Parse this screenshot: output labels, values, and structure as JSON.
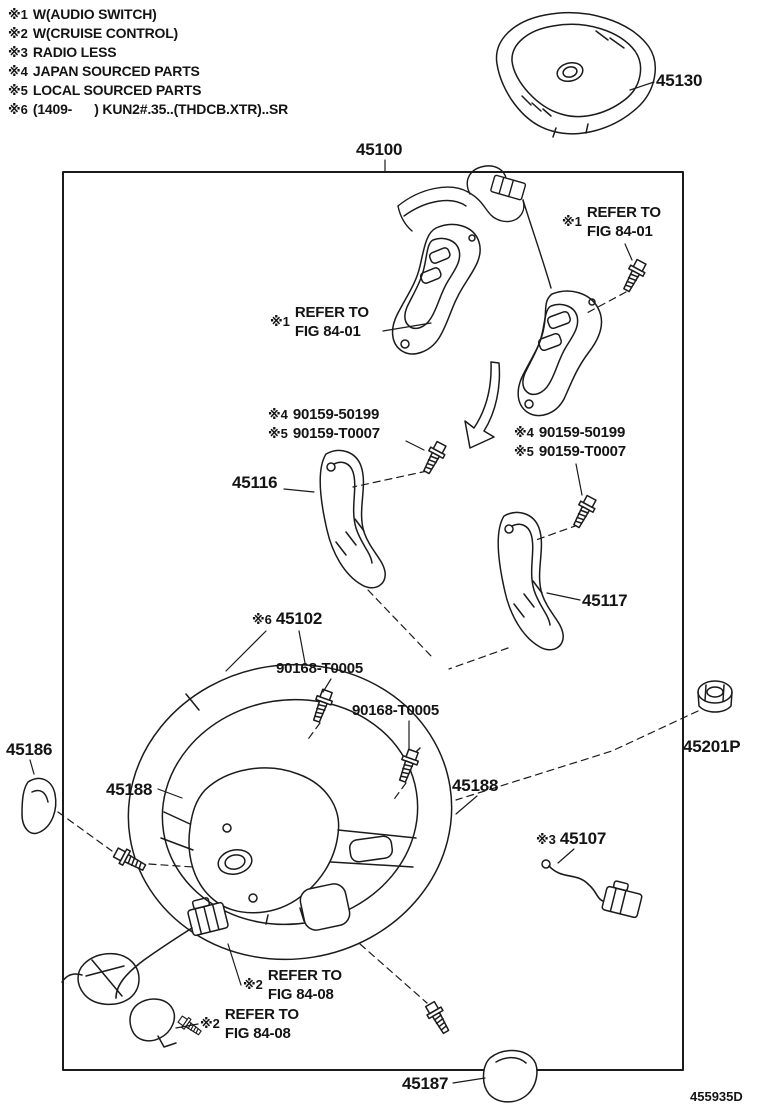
{
  "page": {
    "diagram_code": "455935D"
  },
  "legend": [
    {
      "marker": "※1",
      "text": "W(AUDIO SWITCH)"
    },
    {
      "marker": "※2",
      "text": "W(CRUISE CONTROL)"
    },
    {
      "marker": "※3",
      "text": "RADIO LESS"
    },
    {
      "marker": "※4",
      "text": "JAPAN SOURCED PARTS"
    },
    {
      "marker": "※5",
      "text": "LOCAL SOURCED PARTS"
    },
    {
      "marker": "※6",
      "text": "(1409-      ) KUN2#.35..(THDCB.XTR)..SR"
    }
  ],
  "parts": {
    "horn_pad": "45130",
    "main_assembly": "45100",
    "cover_left": "45116",
    "cover_right": "45117",
    "wheel_marker": "※6",
    "wheel": "45102",
    "screw_a": "90168-T0005",
    "screw_b": "90168-T0005",
    "clip": "45186",
    "spoke_cover_left": "45188",
    "spoke_cover_right": "45188",
    "nut": "45201P",
    "wire_marker": "※3",
    "wire": "45107",
    "lower_cover": "45187"
  },
  "fasteners": {
    "left": [
      {
        "marker": "※4",
        "num": "90159-50199"
      },
      {
        "marker": "※5",
        "num": "90159-T0007"
      }
    ],
    "right": [
      {
        "marker": "※4",
        "num": "90159-50199"
      },
      {
        "marker": "※5",
        "num": "90159-T0007"
      }
    ]
  },
  "refs": {
    "top_right": {
      "marker": "※1",
      "line1": "REFER TO",
      "line2": "FIG 84-01"
    },
    "mid_left": {
      "marker": "※1",
      "line1": "REFER TO",
      "line2": "FIG 84-01"
    },
    "bottom_upper": {
      "marker": "※2",
      "line1": "REFER TO",
      "line2": "FIG 84-08"
    },
    "bottom_lower": {
      "marker": "※2",
      "line1": "REFER TO",
      "line2": "FIG 84-08"
    }
  }
}
